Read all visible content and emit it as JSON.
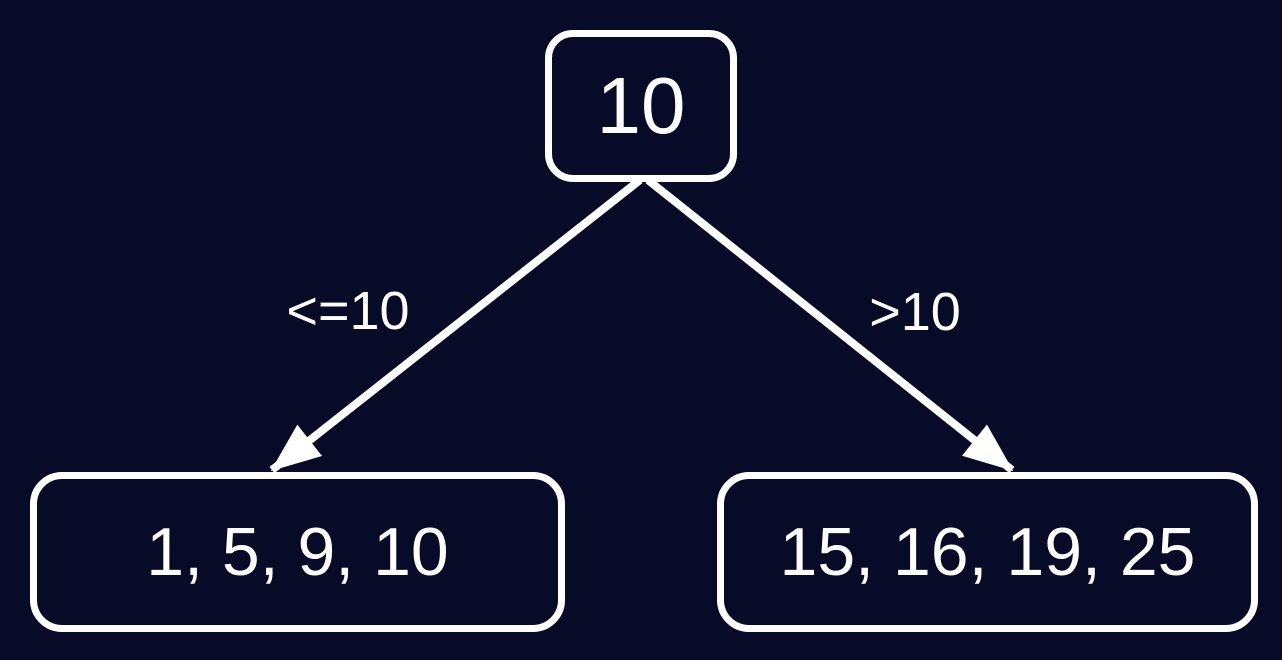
{
  "diagram": {
    "title": "binary-split-tree",
    "root": {
      "value": "10"
    },
    "edges": [
      {
        "label": "<=10",
        "side": "left"
      },
      {
        "label": ">10",
        "side": "right"
      }
    ],
    "leaves": [
      {
        "values": "1, 5, 9, 10",
        "side": "left"
      },
      {
        "values": "15, 16, 19, 25",
        "side": "right"
      }
    ]
  },
  "colors": {
    "background": "#070b28",
    "stroke": "#ffffff",
    "text": "#ffffff"
  }
}
